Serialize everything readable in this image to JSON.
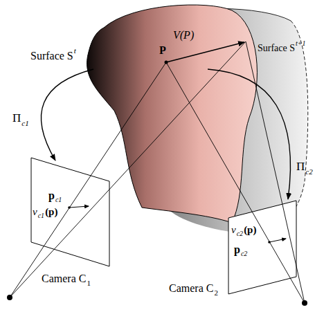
{
  "diagram": {
    "labels": [
      "Surface S",
      "t",
      "P",
      "V(P)",
      "Surface S",
      "t+1",
      "Π",
      "c1",
      "Π",
      "c2",
      "p",
      "c1",
      "v",
      "c1",
      "(p)",
      "p",
      "c2",
      "v",
      "c2",
      "(p)",
      "Camera C",
      "1",
      "Camera C",
      "2"
    ]
  }
}
